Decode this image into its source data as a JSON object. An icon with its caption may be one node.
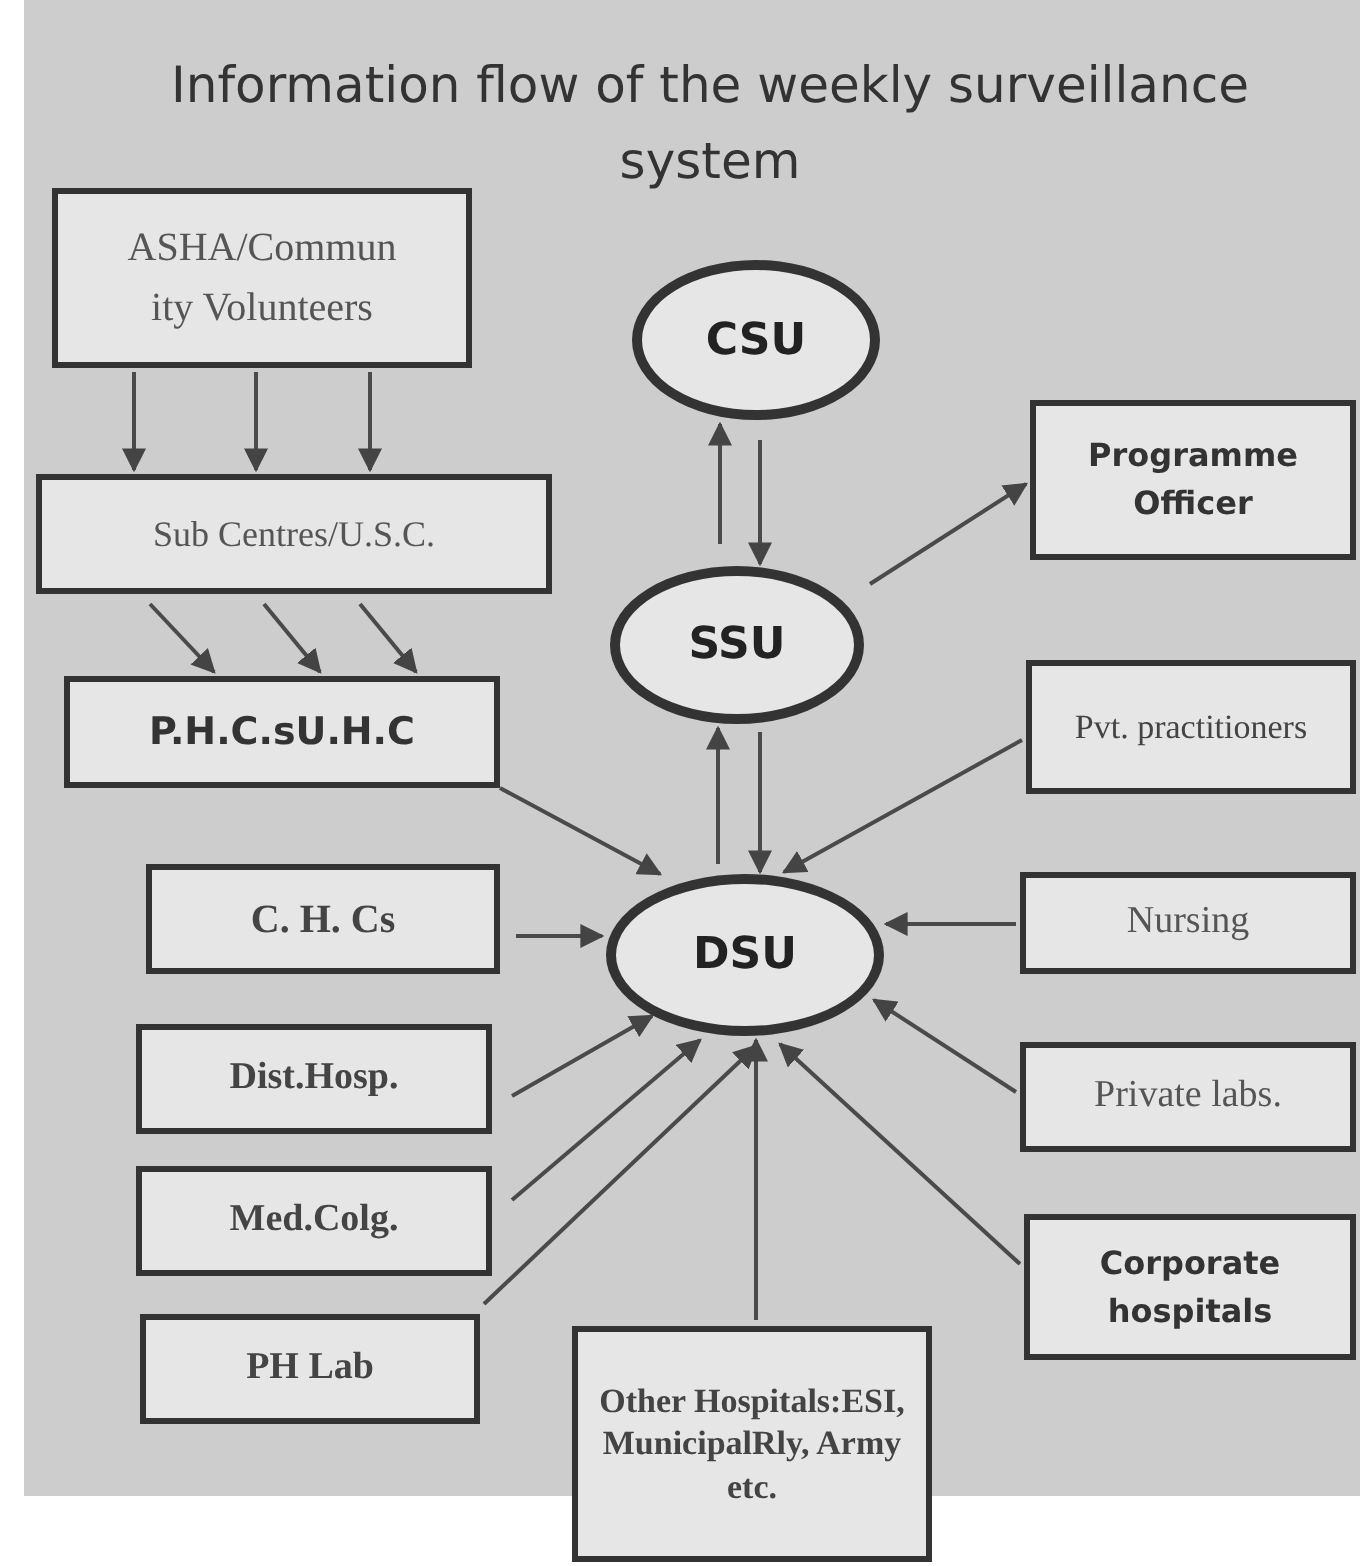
{
  "diagram": {
    "title": "Information flow of the weekly surveillance system",
    "nodes": [
      {
        "text": [
          "ASHA/Commun ity Volunteers"
        ]
      },
      {
        "text": [
          "Sub Centres/U.S.C."
        ]
      },
      {
        "text": [
          "P.H.C.sU.H.C"
        ]
      },
      {
        "text": [
          "CSU"
        ]
      },
      {
        "text": [
          "Programme Officer"
        ]
      },
      {
        "text": [
          "SSU"
        ]
      },
      {
        "text": [
          "Pvt. practitioners"
        ]
      },
      {
        "text": [
          "C. H. Cs"
        ]
      },
      {
        "text": [
          "DSU"
        ]
      },
      {
        "text": [
          "Nursing"
        ]
      },
      {
        "text": [
          "Dist.Hosp."
        ]
      },
      {
        "text": [
          "Private labs."
        ]
      },
      {
        "text": [
          "Med.Colg."
        ]
      },
      {
        "text": [
          "Corporate hospitals"
        ]
      },
      {
        "text": [
          "PH Lab"
        ]
      },
      {
        "text": [
          "Other Hospitals:ESI, MunicipalRly, Army etc."
        ]
      }
    ],
    "edges": [
      {
        "from": 0,
        "to": 1,
        "arrow": "to"
      },
      {
        "from": 0,
        "to": 1,
        "arrow": "to"
      },
      {
        "from": 0,
        "to": 1,
        "arrow": "to"
      },
      {
        "from": 1,
        "to": 2,
        "arrow": "to"
      },
      {
        "from": 1,
        "to": 2,
        "arrow": "to"
      },
      {
        "from": 1,
        "to": 2,
        "arrow": "to"
      },
      {
        "from": 5,
        "to": 3,
        "arrow": "to"
      },
      {
        "from": 3,
        "to": 5,
        "arrow": "to"
      },
      {
        "from": 5,
        "to": 4,
        "arrow": "to"
      },
      {
        "from": 2,
        "to": 8,
        "arrow": "to"
      },
      {
        "from": 8,
        "to": 5,
        "arrow": "to"
      },
      {
        "from": 5,
        "to": 8,
        "arrow": "to"
      },
      {
        "from": 6,
        "to": 8,
        "arrow": "to"
      },
      {
        "from": 7,
        "to": 8,
        "arrow": "to"
      },
      {
        "from": 9,
        "to": 8,
        "arrow": "to"
      },
      {
        "from": 10,
        "to": 8,
        "arrow": "to"
      },
      {
        "from": 11,
        "to": 8,
        "arrow": "to"
      },
      {
        "from": 12,
        "to": 8,
        "arrow": "to"
      },
      {
        "from": 13,
        "to": 8,
        "arrow": "to"
      },
      {
        "from": 14,
        "to": 8,
        "arrow": "to"
      },
      {
        "from": 15,
        "to": 8,
        "arrow": "to"
      }
    ]
  }
}
